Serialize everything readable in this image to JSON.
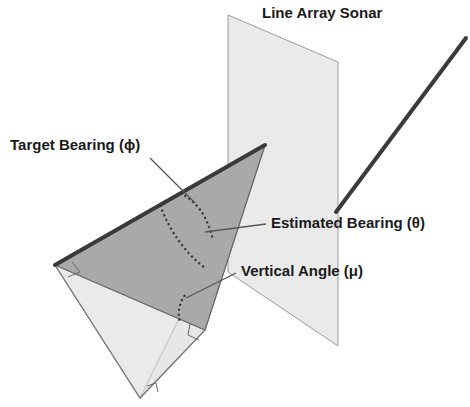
{
  "diagram": {
    "labels": [
      "Line Array Sonar",
      "Target Bearing (ϕ)",
      "Estimated Bearing (θ)",
      "Vertical Angle (μ)"
    ]
  }
}
